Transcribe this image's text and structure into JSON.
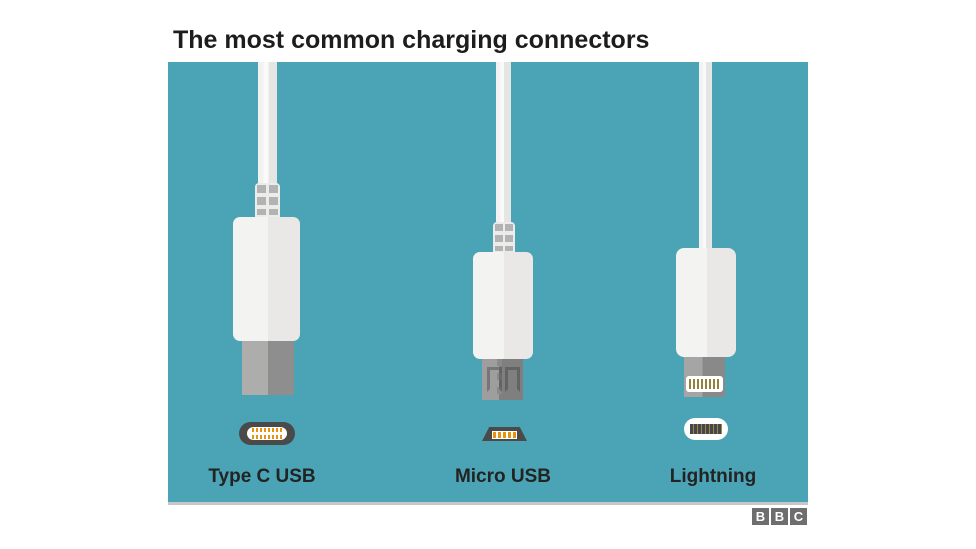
{
  "title": "The most common charging connectors",
  "connectors": [
    {
      "label": "Type C USB"
    },
    {
      "label": "Micro USB"
    },
    {
      "label": "Lightning"
    }
  ],
  "branding": {
    "letters": [
      "B",
      "B",
      "C"
    ]
  },
  "colors": {
    "panel_teal": "#4aa4b5",
    "title_text": "#1d1d1d",
    "label_text": "#232323",
    "connector_white": "#f3f3f2",
    "metal_gray": "#9e9e9e",
    "port_dark": "#4a4a4a",
    "pin_orange": "#e8920f",
    "lightning_pin_gold": "#96803f",
    "underline_gray": "#c7c7c7",
    "bbc_gray": "#6e6e6e"
  }
}
